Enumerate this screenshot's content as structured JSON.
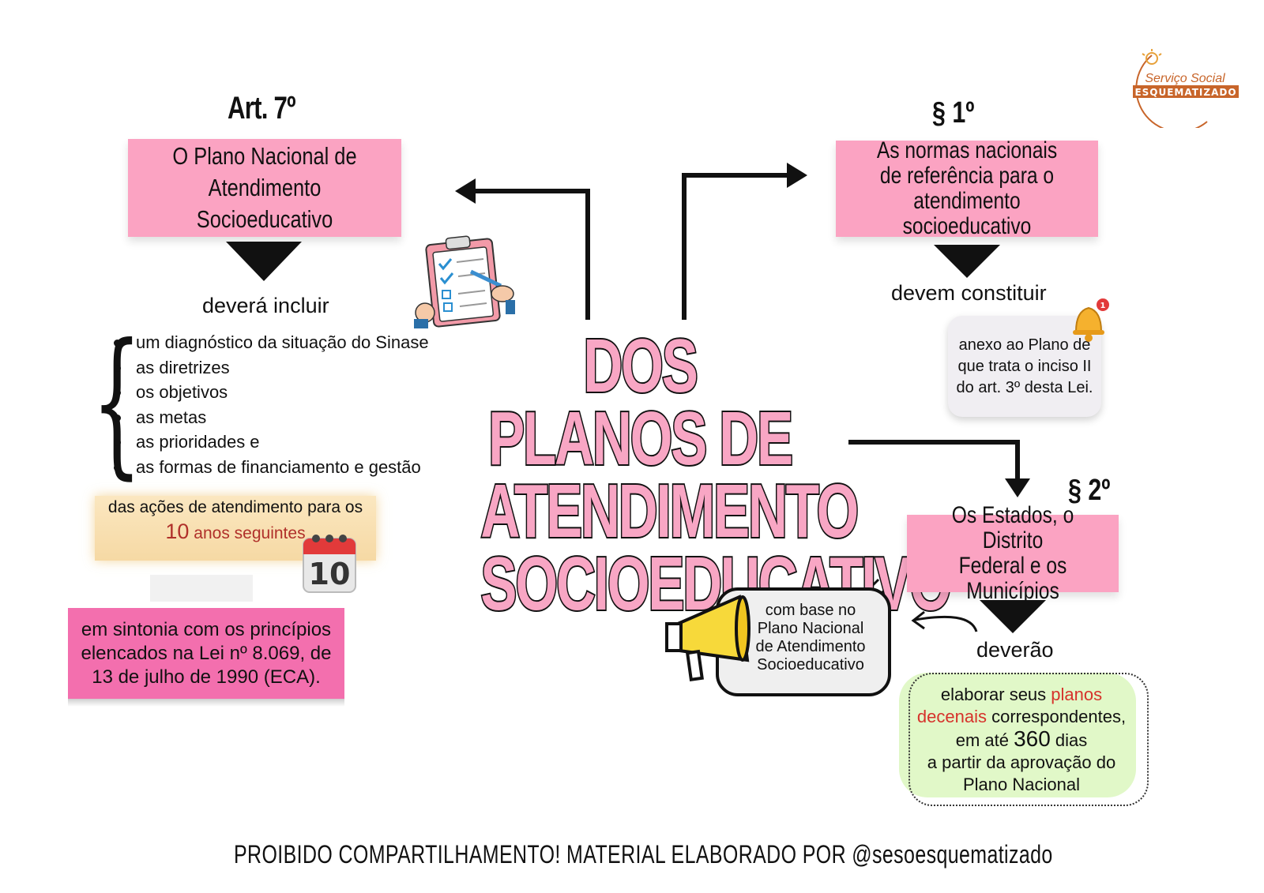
{
  "title": {
    "line1": "DOS PLANOS DE",
    "line2": "ATENDIMENTO",
    "line3": "SOCIOEDUCATIVO"
  },
  "logo": {
    "line1": "Serviço Social",
    "line2": "ESQUEMATIZADO"
  },
  "left": {
    "heading": "Art. 7º",
    "box_line1": "O Plano Nacional de",
    "box_line2": "Atendimento Socioeducativo",
    "connector": "deverá incluir",
    "items": [
      "um diagnóstico da situação do Sinase",
      "as diretrizes",
      "os objetivos",
      "as metas",
      "as prioridades e",
      "as formas de financiamento e gestão"
    ],
    "cream_line1": "das ações de atendimento para os",
    "cream_num": "10",
    "cream_line2": "anos seguintes",
    "calendar_number": "10",
    "sintonia_line1": "em sintonia com os princípios",
    "sintonia_line2": "elencados na  Lei nº 8.069, de",
    "sintonia_line3": "13 de julho de 1990 (ECA)."
  },
  "right_top": {
    "heading": "§ 1º",
    "box_line1": "As normas nacionais",
    "box_line2": "de referência para o",
    "box_line3": "atendimento socioeducativo",
    "connector": "devem constituir",
    "anexo_line1": "anexo ao Plano de",
    "anexo_line2": "que trata o inciso II",
    "anexo_line3": "do art. 3º desta Lei.",
    "bell_badge": "1"
  },
  "right_bottom": {
    "heading": "§ 2º",
    "box_line1": "Os Estados, o Distrito",
    "box_line2": "Federal e os Municípios",
    "connector": "deverão",
    "bubble_line1": "com base no",
    "bubble_line2": "Plano Nacional",
    "bubble_line3": "de Atendimento",
    "bubble_line4": "Socioeducativo",
    "green_a": "elaborar seus ",
    "green_b": "planos",
    "green_c": "decenais",
    "green_d": " correspondentes,",
    "green_e": "em até ",
    "green_f": "360",
    "green_g": " dias",
    "green_h": "a partir da aprovação do",
    "green_i": "Plano Nacional"
  },
  "footer": "PROIBIDO COMPARTILHAMENTO!  MATERIAL ELABORADO POR @sesoesquematizado",
  "colors": {
    "pink": "#fba3c2",
    "pink_dark": "#f36fae",
    "cream": "#fbe7c0",
    "green": "#e1f8c8",
    "accent_red": "#d6322b",
    "logo_orange": "#c8652a"
  },
  "icons": [
    "clipboard-checklist-icon",
    "calendar-icon",
    "bell-icon",
    "megaphone-icon",
    "lightbulb-icon"
  ]
}
